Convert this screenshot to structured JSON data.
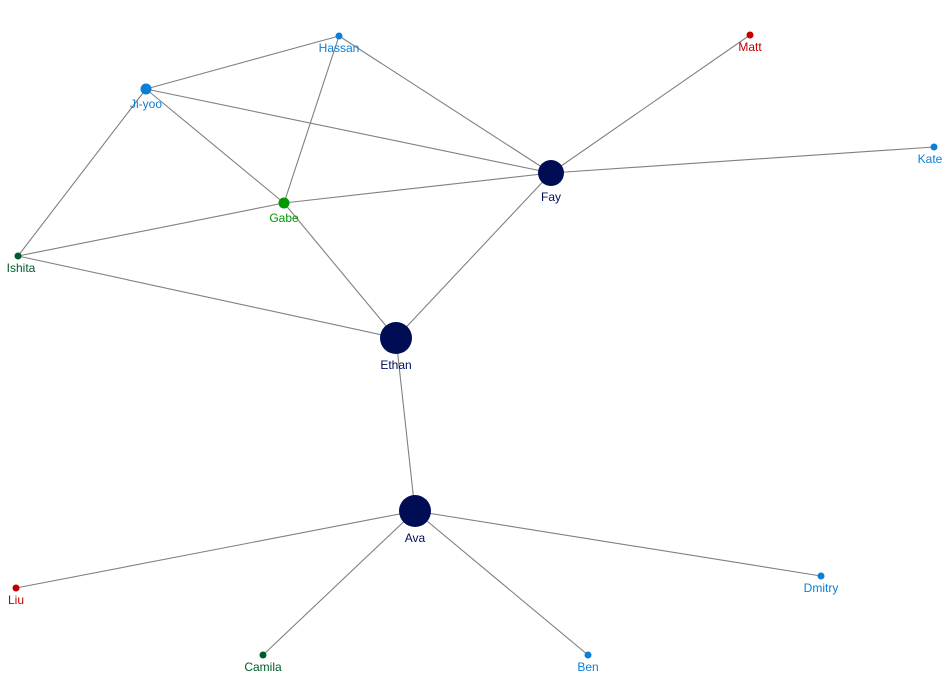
{
  "graph": {
    "colors": {
      "hub": "#000d55",
      "blue": "#0a7fd8",
      "red": "#c00000",
      "green": "#009900",
      "darkgreen": "#005b2b",
      "edge": "#808080"
    },
    "nodes": [
      {
        "id": "hassan",
        "label": "Hassan",
        "color": "blue",
        "size": "small"
      },
      {
        "id": "matt",
        "label": "Matt",
        "color": "red",
        "size": "small"
      },
      {
        "id": "jiyoo",
        "label": "Ji-yoo",
        "color": "blue",
        "size": "medium"
      },
      {
        "id": "kate",
        "label": "Kate",
        "color": "blue",
        "size": "small"
      },
      {
        "id": "fay",
        "label": "Fay",
        "color": "hub",
        "size": "large"
      },
      {
        "id": "gabe",
        "label": "Gabe",
        "color": "green",
        "size": "medium"
      },
      {
        "id": "ishita",
        "label": "Ishita",
        "color": "darkgreen",
        "size": "small"
      },
      {
        "id": "ethan",
        "label": "Ethan",
        "color": "hub",
        "size": "xlarge"
      },
      {
        "id": "ava",
        "label": "Ava",
        "color": "hub",
        "size": "xlarge"
      },
      {
        "id": "liu",
        "label": "Liu",
        "color": "red",
        "size": "small"
      },
      {
        "id": "dmitry",
        "label": "Dmitry",
        "color": "blue",
        "size": "small"
      },
      {
        "id": "camila",
        "label": "Camila",
        "color": "darkgreen",
        "size": "small"
      },
      {
        "id": "ben",
        "label": "Ben",
        "color": "blue",
        "size": "small"
      }
    ],
    "edges": [
      [
        "jiyoo",
        "hassan"
      ],
      [
        "hassan",
        "fay"
      ],
      [
        "hassan",
        "gabe"
      ],
      [
        "jiyoo",
        "fay"
      ],
      [
        "jiyoo",
        "gabe"
      ],
      [
        "jiyoo",
        "ishita"
      ],
      [
        "matt",
        "fay"
      ],
      [
        "fay",
        "kate"
      ],
      [
        "gabe",
        "fay"
      ],
      [
        "ishita",
        "gabe"
      ],
      [
        "ishita",
        "ethan"
      ],
      [
        "gabe",
        "ethan"
      ],
      [
        "fay",
        "ethan"
      ],
      [
        "ethan",
        "ava"
      ],
      [
        "ava",
        "liu"
      ],
      [
        "ava",
        "camila"
      ],
      [
        "ava",
        "ben"
      ],
      [
        "ava",
        "dmitry"
      ]
    ]
  }
}
